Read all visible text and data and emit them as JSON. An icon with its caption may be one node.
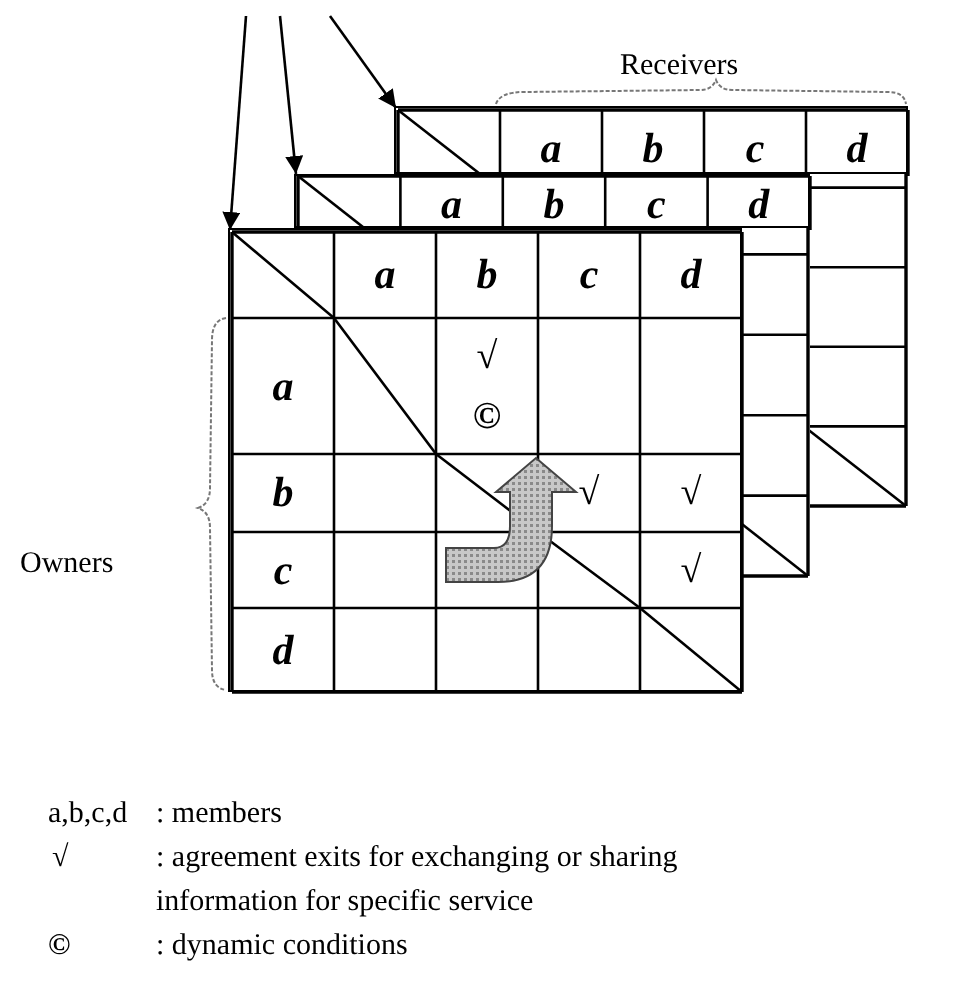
{
  "diagram": {
    "nodes": [
      {
        "text": [
          "a",
          "b",
          "c",
          "d"
        ]
      },
      {
        "text": [
          "a",
          "b",
          "c",
          "d"
        ]
      },
      {
        "text": [
          "a",
          "b",
          "c",
          "d",
          "a",
          "√",
          "©",
          "b",
          "√",
          "√",
          "c",
          "√",
          "d"
        ]
      }
    ],
    "edges": [
      {
        "from": null,
        "to": 0,
        "arrow": "to"
      },
      {
        "from": null,
        "to": 1,
        "arrow": "to"
      },
      {
        "from": null,
        "to": 2,
        "arrow": "to"
      }
    ],
    "labels": [
      "Receivers",
      "Owners",
      "a,b,c,d",
      ": members",
      "√",
      ": agreement exits for exchanging or sharing information for specific service",
      "©",
      ": dynamic conditions"
    ]
  }
}
